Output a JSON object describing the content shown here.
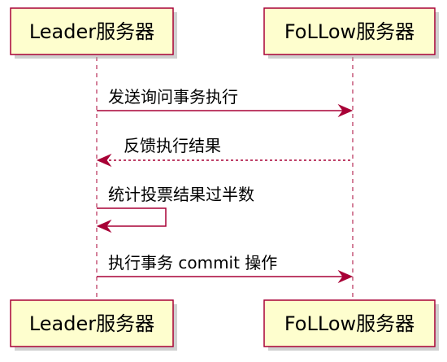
{
  "participants": {
    "leader": "Leader服务器",
    "follow": "FoLLow服务器"
  },
  "messages": [
    {
      "label": "发送询问事务执行",
      "from": "leader",
      "to": "follow",
      "style": "solid"
    },
    {
      "label": "反馈执行结果",
      "from": "follow",
      "to": "leader",
      "style": "dashed"
    },
    {
      "label": "统计投票结果过半数",
      "from": "leader",
      "to": "leader",
      "style": "solid"
    },
    {
      "label": "执行事务 commit 操作",
      "from": "leader",
      "to": "follow",
      "style": "solid"
    }
  ],
  "colors": {
    "participant_fill": "#FEFECE",
    "border": "#A80036"
  }
}
